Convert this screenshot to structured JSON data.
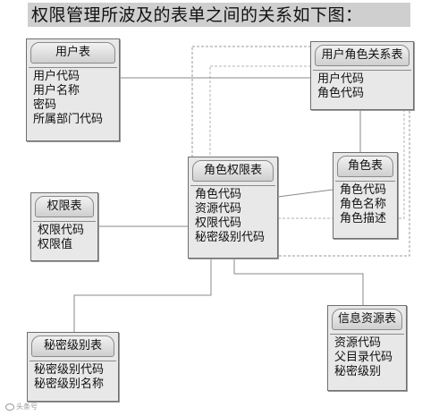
{
  "title": "权限管理所波及的表单之间的关系如下图：",
  "entities": {
    "user": {
      "name": "用户表",
      "fields": [
        "用户代码",
        "用户名称",
        "密码",
        "所属部门代码"
      ]
    },
    "user_role": {
      "name": "用户角色关系表",
      "fields": [
        "用户代码",
        "角色代码"
      ]
    },
    "role_perm": {
      "name": "角色权限表",
      "fields": [
        "角色代码",
        "资源代码",
        "权限代码",
        "秘密级别代码"
      ]
    },
    "role": {
      "name": "角色表",
      "fields": [
        "角色代码",
        "角色名称",
        "角色描述"
      ]
    },
    "perm": {
      "name": "权限表",
      "fields": [
        "权限代码",
        "权限值"
      ]
    },
    "secret": {
      "name": "秘密级别表",
      "fields": [
        "秘密级别代码",
        "秘密级别名称"
      ]
    },
    "resource": {
      "name": "信息资源表",
      "fields": [
        "资源代码",
        "父目录代码",
        "秘密级别"
      ]
    }
  },
  "relationships": [
    {
      "from": "user",
      "to": "user_role",
      "style": "solid"
    },
    {
      "from": "user_role",
      "to": "role",
      "style": "solid"
    },
    {
      "from": "role_perm",
      "to": "role",
      "style": "solid"
    },
    {
      "from": "perm",
      "to": "role_perm",
      "style": "solid"
    },
    {
      "from": "role_perm",
      "to": "secret",
      "style": "solid"
    },
    {
      "from": "role_perm",
      "to": "resource",
      "style": "solid"
    }
  ],
  "grouping": {
    "style": "dashed",
    "members": [
      "user_role",
      "role_perm",
      "role"
    ]
  },
  "watermark": "头条号"
}
